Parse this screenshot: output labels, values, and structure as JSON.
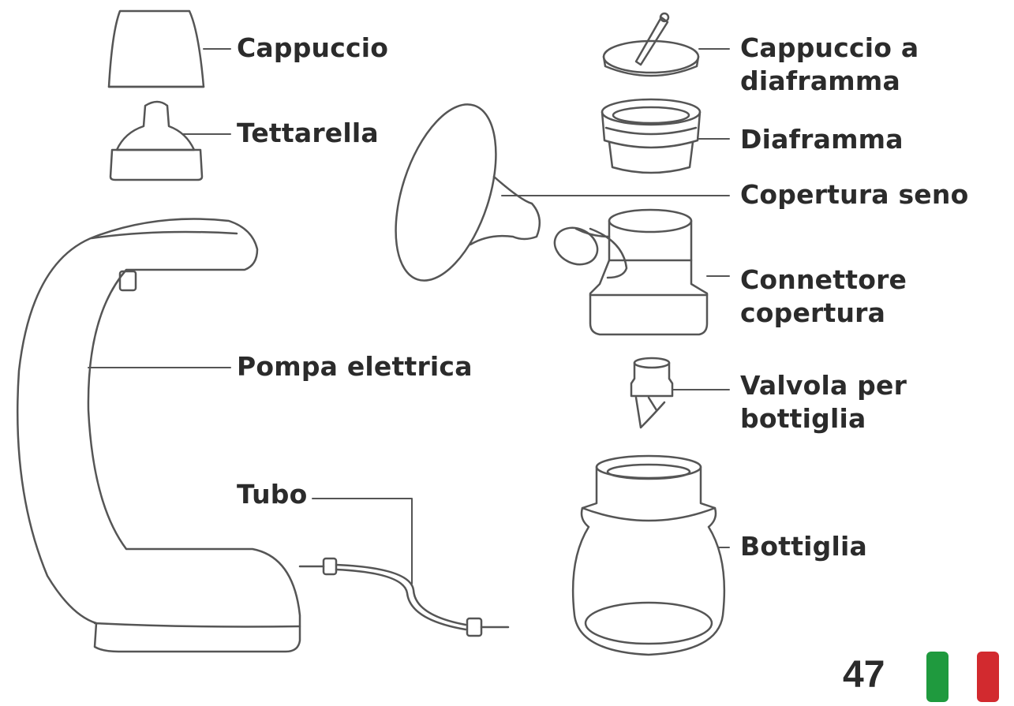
{
  "labels": {
    "cap": "Cappuccio",
    "teat": "Tettarella",
    "electric_pump": "Pompa elettrica",
    "tube": "Tubo",
    "diaphragm_cap": "Cappuccio a\ndiaframma",
    "diaphragm": "Diaframma",
    "breast_shield": "Copertura seno",
    "shield_connector": "Connettore\ncopertura",
    "bottle_valve": "Valvola per\nbottiglia",
    "bottle": "Bottiglia"
  },
  "page_number": "47",
  "flag": {
    "name": "italy-flag-icon",
    "colors": {
      "green": "#1f9a3e",
      "white": "#ffffff",
      "red": "#d22a2f"
    }
  },
  "line_color": "#555555"
}
